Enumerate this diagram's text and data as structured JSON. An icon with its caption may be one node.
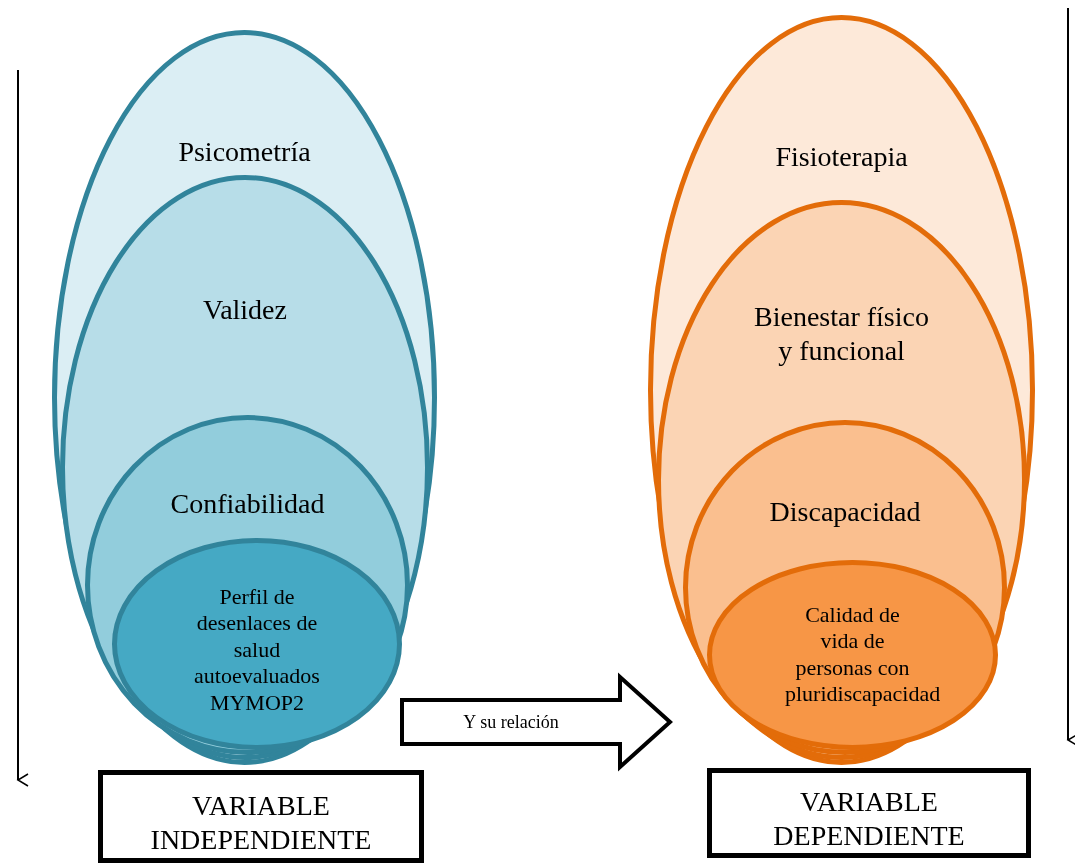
{
  "diagram": {
    "nodes": [
      {
        "text": [
          "Psicometría"
        ]
      },
      {
        "text": [
          "Validez"
        ],
        "in": 0
      },
      {
        "text": [
          "Confiabilidad"
        ],
        "in": 1
      },
      {
        "text": [
          "Perfil de desenlaces de salud autoevaluados MYMOP2"
        ],
        "in": 2
      },
      {
        "text": [
          "VARIABLE INDEPENDIENTE"
        ]
      },
      {
        "text": [
          "Fisioterapia"
        ]
      },
      {
        "text": [
          "Bienestar físico y funcional"
        ],
        "in": 5
      },
      {
        "text": [
          "Discapacidad"
        ],
        "in": 6
      },
      {
        "text": [
          "Calidad de vida de personas con pluridiscapacidad"
        ],
        "in": 7
      },
      {
        "text": [
          "VARIABLE DEPENDIENTE"
        ]
      }
    ],
    "edges": [
      {
        "from": 3,
        "to": 8,
        "arrow": "to",
        "label": "Y su relación"
      }
    ]
  }
}
